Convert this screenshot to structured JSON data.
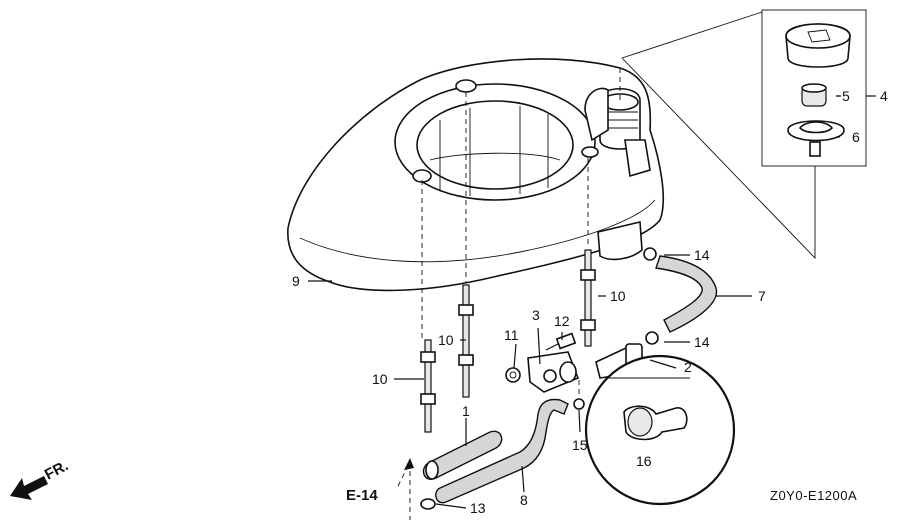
{
  "callouts": {
    "c1": "1",
    "c2": "2",
    "c3": "3",
    "c4": "4",
    "c5": "5",
    "c6": "6",
    "c7": "7",
    "c8": "8",
    "c9": "9",
    "c10a": "10",
    "c10b": "10",
    "c10c": "10",
    "c11": "11",
    "c12": "12",
    "c13": "13",
    "c14a": "14",
    "c14b": "14",
    "c15": "15",
    "c16": "16"
  },
  "references": {
    "ref": "E-14",
    "front": "FR."
  },
  "diagram_code": "Z0Y0-E1200A"
}
